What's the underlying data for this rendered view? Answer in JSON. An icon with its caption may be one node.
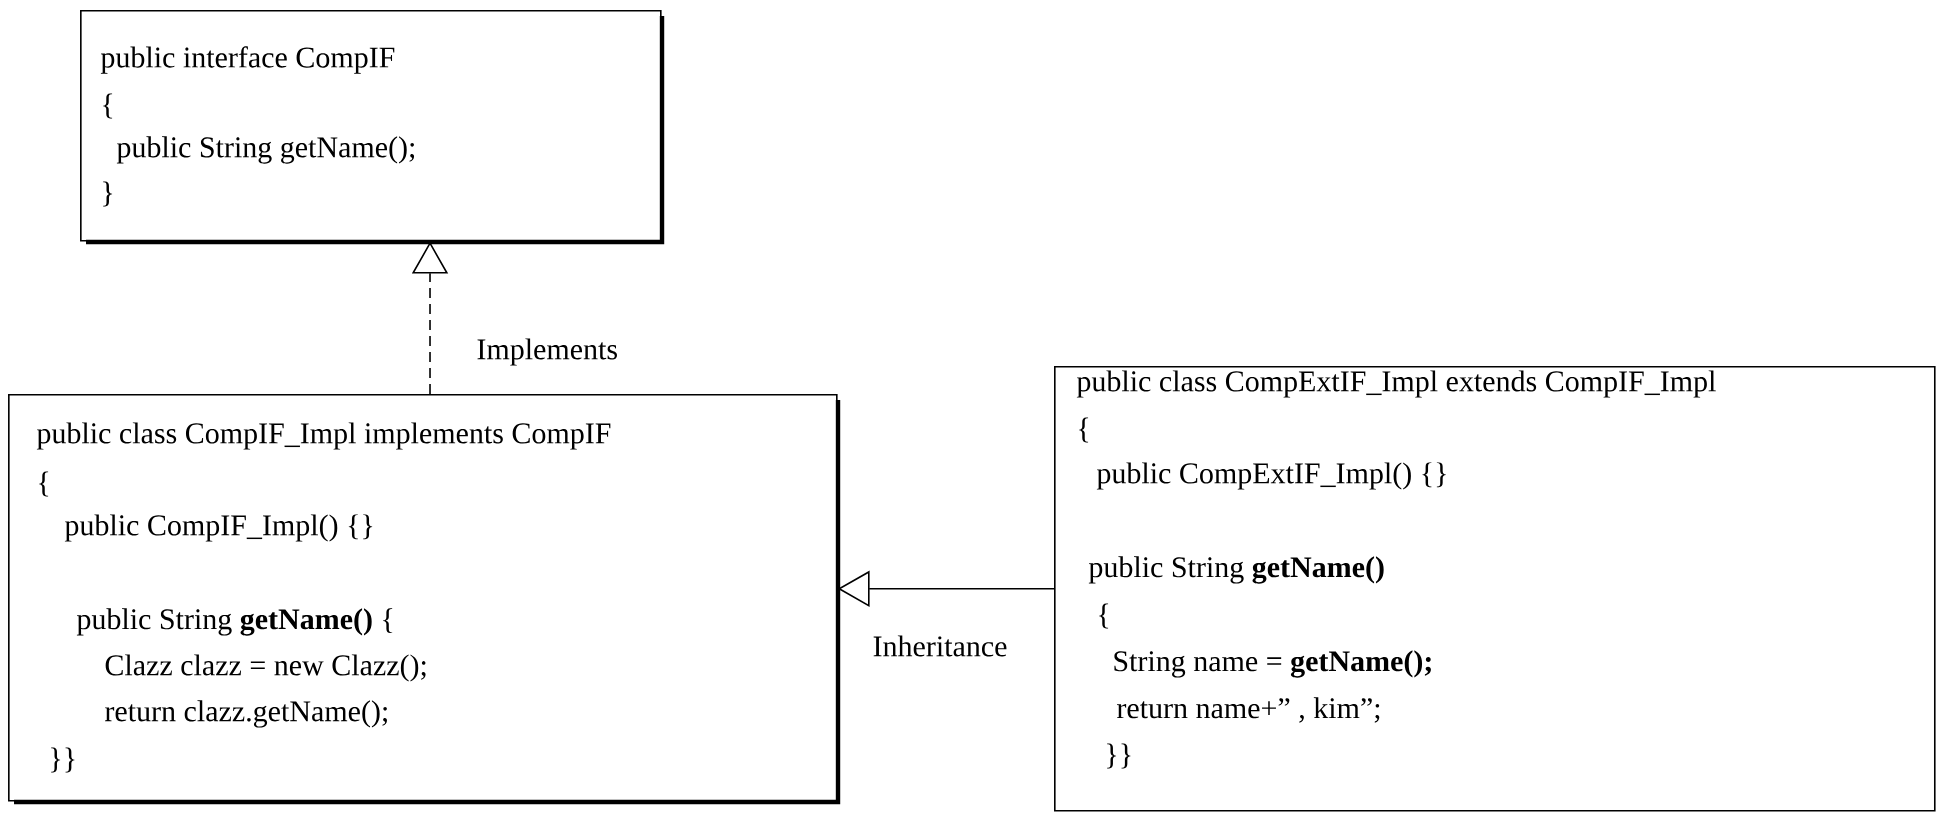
{
  "diagram": {
    "nodes": [
      {
        "text": [
          "public interface CompIF",
          "{",
          "public String getName();",
          "}"
        ]
      },
      {
        "text": [
          "public class CompIF_Impl implements CompIF",
          "{",
          "public CompIF_Impl()  {}",
          "public String **getName()**  {",
          "Clazz clazz = new Clazz();",
          "return clazz.getName();",
          "}}"
        ]
      },
      {
        "text": [
          "public class CompExtIF_Impl extends CompIF_Impl",
          "{",
          "public CompExtIF_Impl() {}",
          "public String **getName()**",
          "{",
          "String name = **getName();**",
          "return name+” , kim”;",
          "}}"
        ]
      }
    ],
    "edges": [
      {
        "from": 1,
        "to": 0,
        "arrow": "to",
        "label": "Implements",
        "style": "dashed"
      },
      {
        "from": 2,
        "to": 1,
        "arrow": "to",
        "label": "Inheritance"
      }
    ]
  }
}
